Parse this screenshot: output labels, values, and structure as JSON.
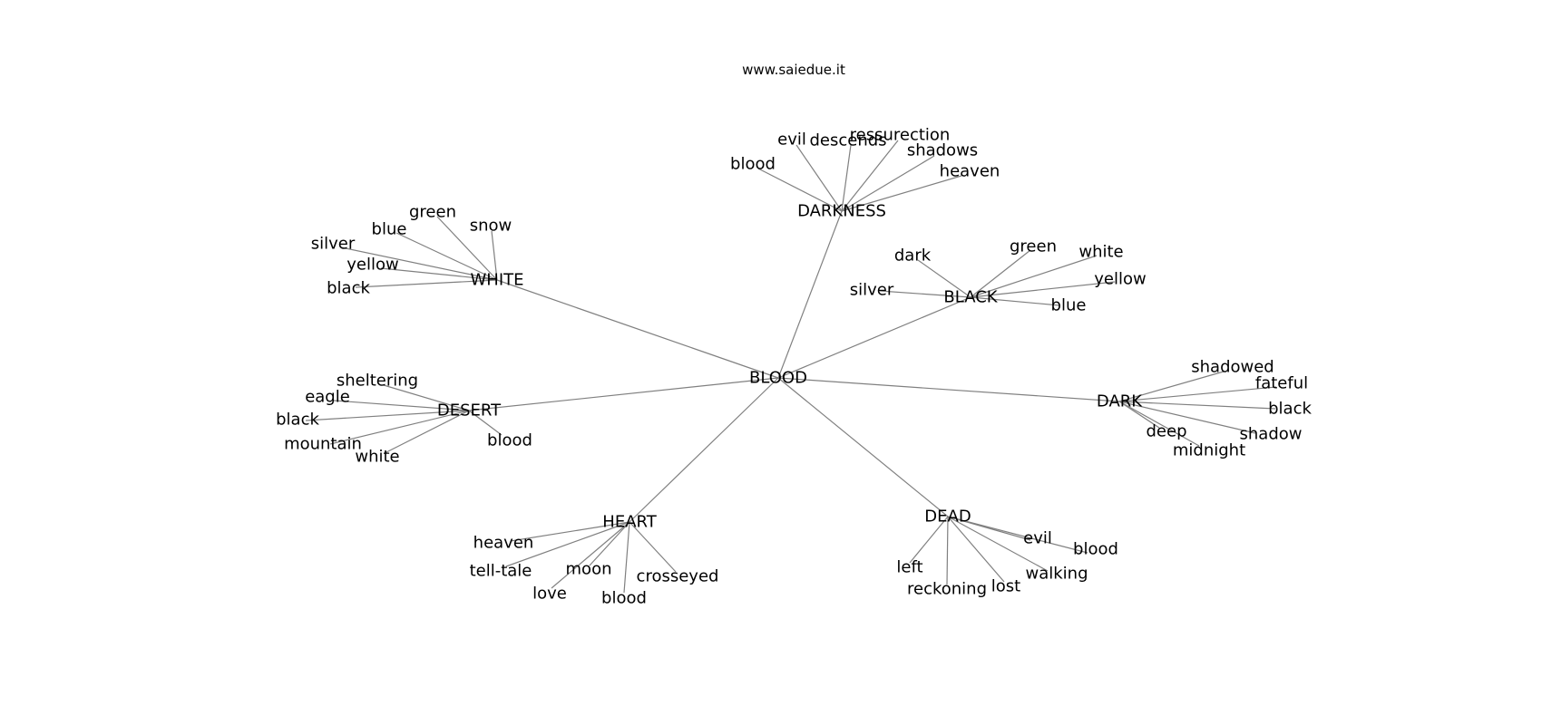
{
  "header": {
    "site": "www.saiedue.it"
  },
  "graph": {
    "root": "BLOOD",
    "edge_color": "#808080",
    "groups": [
      {
        "hub": "DARKNESS",
        "leaves": [
          "blood",
          "evil",
          "descends",
          "ressurection",
          "shadows",
          "heaven"
        ]
      },
      {
        "hub": "WHITE",
        "leaves": [
          "green",
          "snow",
          "blue",
          "silver",
          "yellow",
          "black"
        ]
      },
      {
        "hub": "BLACK",
        "leaves": [
          "dark",
          "green",
          "white",
          "yellow",
          "silver",
          "blue"
        ]
      },
      {
        "hub": "DESERT",
        "leaves": [
          "sheltering",
          "eagle",
          "black",
          "mountain",
          "white",
          "blood"
        ]
      },
      {
        "hub": "DARK",
        "leaves": [
          "shadowed",
          "fateful",
          "black",
          "shadow",
          "deep",
          "midnight"
        ]
      },
      {
        "hub": "HEART",
        "leaves": [
          "heaven",
          "tell-tale",
          "moon",
          "crosseyed",
          "love",
          "blood"
        ]
      },
      {
        "hub": "DEAD",
        "leaves": [
          "evil",
          "blood",
          "walking",
          "left",
          "reckoning",
          "lost"
        ]
      }
    ]
  }
}
